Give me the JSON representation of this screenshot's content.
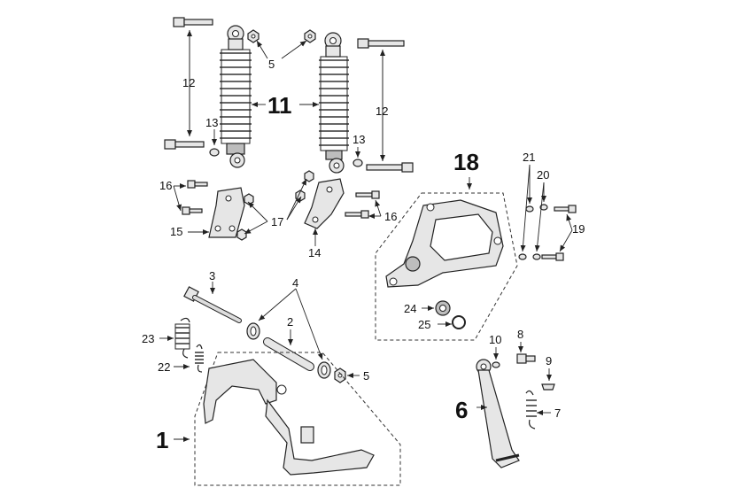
{
  "labels": {
    "p1": "1",
    "p2": "2",
    "p3": "3",
    "p4": "4",
    "p5a": "5",
    "p5b": "5",
    "p6": "6",
    "p7": "7",
    "p8": "8",
    "p9": "9",
    "p10": "10",
    "p11": "11",
    "p12a": "12",
    "p12b": "12",
    "p13a": "13",
    "p13b": "13",
    "p14": "14",
    "p15": "15",
    "p16a": "16",
    "p16b": "16",
    "p17": "17",
    "p18": "18",
    "p19": "19",
    "p20": "20",
    "p21": "21",
    "p22": "22",
    "p23": "23",
    "p24": "24",
    "p25": "25"
  }
}
